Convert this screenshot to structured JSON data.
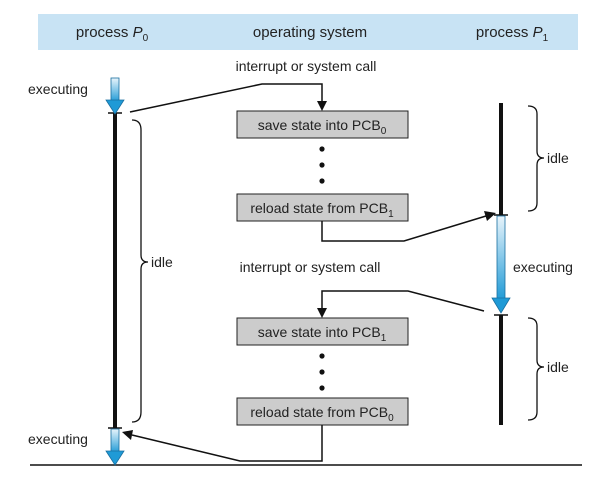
{
  "header": {
    "col_left": {
      "text": "process ",
      "sym": "P",
      "sub": "0"
    },
    "col_mid": {
      "text": "operating system"
    },
    "col_right": {
      "text": "process ",
      "sym": "P",
      "sub": "1"
    }
  },
  "labels": {
    "interrupt_1": "interrupt or system call",
    "interrupt_2": "interrupt or system call",
    "executing_left_top": "executing",
    "executing_left_bottom": "executing",
    "executing_right": "executing",
    "idle_left": "idle",
    "idle_right_top": "idle",
    "idle_right_bottom": "idle"
  },
  "boxes": [
    {
      "text": "save state into PCB",
      "sub": "0"
    },
    {
      "text": "reload state from PCB",
      "sub": "1"
    },
    {
      "text": "save state into PCB",
      "sub": "1"
    },
    {
      "text": "reload state from PCB",
      "sub": "0"
    }
  ],
  "colors": {
    "header_bg": "#c8e3f4",
    "box_fill": "#cccccc",
    "exec_arrow_top": "#e8f4fb",
    "exec_arrow_bottom": "#1f9ad6",
    "line": "#111111"
  }
}
